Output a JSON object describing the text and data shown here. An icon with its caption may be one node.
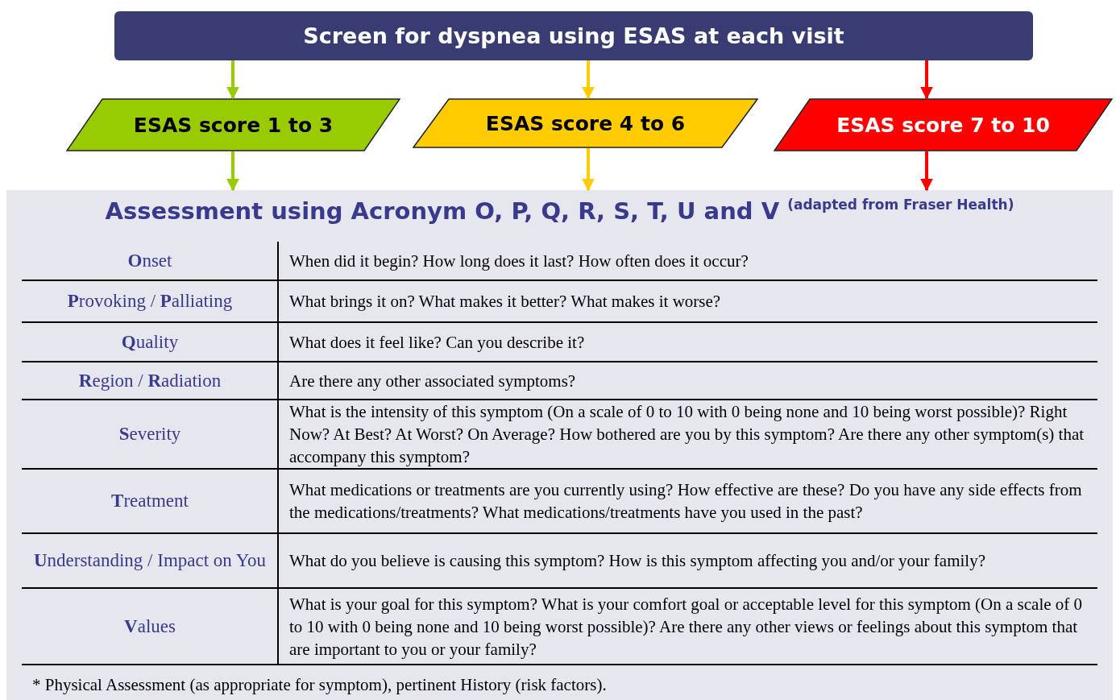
{
  "diagram": {
    "nodes": [
      {
        "text": [
          "Screen for dyspnea using ESAS at each visit"
        ]
      },
      {
        "text": [
          "ESAS score 1 to 3"
        ]
      },
      {
        "text": [
          "ESAS score 4 to 6"
        ]
      },
      {
        "text": [
          "ESAS score 7 to 10"
        ]
      },
      {
        "text": [
          "Assessment using Acronym O, P, Q, R, S, T, U and V",
          "(adapted from Fraser Health)"
        ]
      }
    ],
    "edges": [
      {
        "from": 0,
        "to": 1,
        "arrow": "to",
        "color": "#99cc00"
      },
      {
        "from": 0,
        "to": 2,
        "arrow": "to",
        "color": "#ffcc00"
      },
      {
        "from": 0,
        "to": 3,
        "arrow": "to",
        "color": "#ff0000"
      },
      {
        "from": 1,
        "to": 4,
        "arrow": "to",
        "color": "#99cc00"
      },
      {
        "from": 2,
        "to": 4,
        "arrow": "to",
        "color": "#ffcc00"
      },
      {
        "from": 3,
        "to": 4,
        "arrow": "to",
        "color": "#ff0000"
      }
    ],
    "labels": [
      "**O**nset",
      "When did it begin? How long does it last? How often does it occur?",
      "**P**rovoking / **P**alliating",
      "What brings it on? What makes it better? What makes it worse?",
      "**Q**uality",
      "What does it feel like? Can you describe it?",
      "**R**egion / **R**adiation",
      "Are there any other associated symptoms?",
      "**S**everity",
      "What is the intensity of this symptom (On a scale of 0 to 10 with 0 being none and 10 being worst possible)? Right Now? At Best? At Worst? On Average? How bothered are you by this symptom? Are there any other symptom(s) that accompany this symptom?",
      "**T**reatment",
      "What medications or treatments are you currently using? How effective are these? Do you have any side effects from the medications/treatments? What medications/treatments have you used in the past?",
      "**U**nderstanding / Impact on You",
      "What do you believe is causing this symptom? How is this symptom affecting you and/or your family?",
      "**V**alues",
      "What is your goal for this symptom? What is your comfort goal or acceptable level for this symptom (On a scale of 0 to 10 with 0 being none and 10 being worst possible)? Are there any other views or feelings about this symptom that are important to you or your family?",
      "* Physical Assessment (as appropriate for symptom), pertinent History (risk factors)."
    ]
  }
}
